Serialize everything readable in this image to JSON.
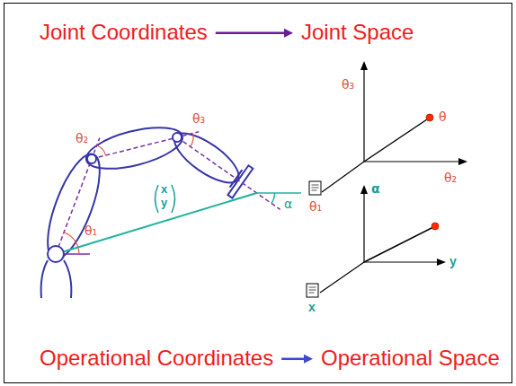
{
  "diagram": {
    "labels": [
      "Joint Coordinates",
      "Joint Space",
      "θ₂",
      "θ₃",
      "θ₁",
      "x",
      "y",
      "α",
      "θ₃",
      "θ",
      "θ₂",
      "θ₁",
      "α",
      "y",
      "x",
      "Operational Coordinates",
      "Operational Space"
    ]
  }
}
